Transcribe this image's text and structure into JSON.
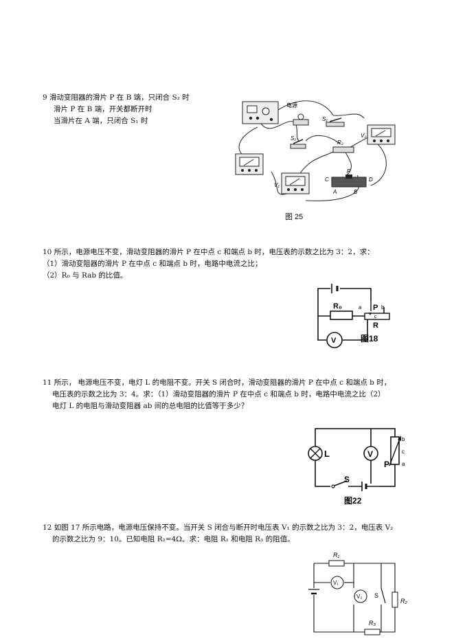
{
  "q9": {
    "line1": "9 滑动变阻器的滑片 P 在 B 端，只闭合 S₂ 时",
    "line2": "滑片 P 在 B 端，开关都断开时",
    "line3": "当滑片在 A 端，只闭合 S₁ 时",
    "figure": {
      "caption": "图 25",
      "power_label": "电源",
      "labels": {
        "s1": "S₁",
        "s2": "S₂",
        "r2": "R₂",
        "v1": "V₁",
        "v2": "V₂",
        "p": "P",
        "c": "C",
        "d": "D",
        "a": "A",
        "b": "B"
      }
    }
  },
  "q10": {
    "line1": "10 所示，电源电压不变，滑动变阻器的滑片 P 在中点 c 和端点 b 时，电压表的示数之比为 3：2，求：",
    "line2": "（1）滑动变阻器的滑片 P 在中点 c 和端点 b 时，电路中电流之比；",
    "line3": "（2）R₀ 与 Rab 的比值。",
    "figure": {
      "caption": "图18",
      "r0": "R₀",
      "r": "R",
      "a": "a",
      "b": "b",
      "c": "c",
      "p": "P",
      "v": "V"
    }
  },
  "q11": {
    "line1": "11 所示， 电源电压不变，电灯 L 的电阻不变。开关 S 闭合时，滑动变阻器的滑片 P 在中点 c 和端点 b 时，",
    "line2": "电压表的示数之比为 3：4。求：（1）滑动变阻器的滑片 P 在中点 c 和端点 b 时，电路中电流之比（2）",
    "line3": "电灯 L 的电阻与滑动变阻器 ab 间的总电阻的比值等于多少？",
    "figure": {
      "caption": "图22",
      "l": "L",
      "v": "V",
      "s": "S",
      "p": "P",
      "a": "a",
      "b": "b",
      "c": "c"
    }
  },
  "q12": {
    "line1": "12 如图 17 所示电路，电源电压保持不变。当开关 S 闭合与断开时电压表 V₁ 的示数之比为 3：2，电压表 V₂",
    "line2": "的示数之比为 9：10。已知电阻 R₂=4Ω。求：电阻 R₁ 和电阻 R₃ 的阻值。",
    "figure": {
      "r1": "R₁",
      "r2": "R₂",
      "r3": "R₃",
      "v1": "V₁",
      "v2": "V₂",
      "s": "S"
    }
  }
}
